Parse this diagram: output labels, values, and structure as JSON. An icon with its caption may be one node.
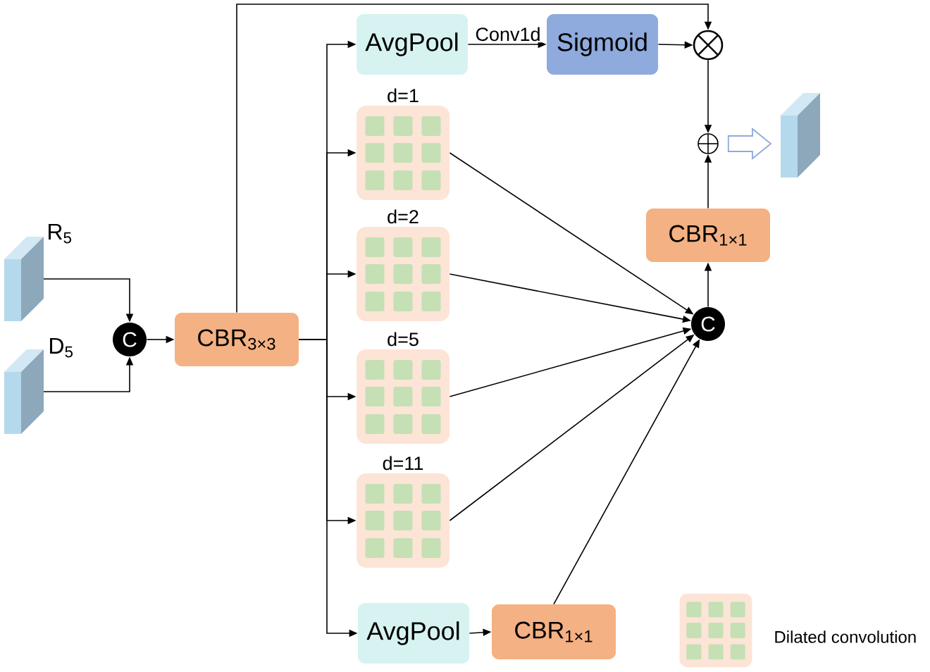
{
  "diagram": {
    "nodes": [
      {
        "text": [
          "R$_{5}$"
        ]
      },
      {
        "text": [
          "D$_{5}$"
        ]
      },
      {
        "text": [
          "C"
        ]
      },
      {
        "text": [
          "CBR$_{3×3}$"
        ]
      },
      {
        "text": [
          "AvgPool"
        ]
      },
      {
        "text": [
          "Sigmoid"
        ]
      },
      {
        "text": [],
        "shape": "circle"
      },
      {
        "text": [
          "d=1"
        ]
      },
      {
        "text": [
          "d=2"
        ]
      },
      {
        "text": [
          "d=5"
        ]
      },
      {
        "text": [
          "d=11"
        ]
      },
      {
        "text": [],
        "shape": "circle"
      },
      {
        "text": [],
        "shape": "box"
      },
      {
        "text": [
          "CBR$_{1×1}$"
        ]
      },
      {
        "text": [
          "C"
        ]
      },
      {
        "text": [
          "AvgPool"
        ]
      },
      {
        "text": [
          "CBR$_{1×1}$"
        ]
      }
    ],
    "edges": [
      {
        "from": 0,
        "to": 2,
        "arrow": "to"
      },
      {
        "from": 1,
        "to": 2,
        "arrow": "to"
      },
      {
        "from": 2,
        "to": 3,
        "arrow": "to"
      },
      {
        "from": 3,
        "to": 6,
        "arrow": "to"
      },
      {
        "from": 3,
        "to": 4,
        "arrow": "to"
      },
      {
        "from": 3,
        "to": 7,
        "arrow": "to"
      },
      {
        "from": 3,
        "to": 8,
        "arrow": "to"
      },
      {
        "from": 3,
        "to": 9,
        "arrow": "to"
      },
      {
        "from": 3,
        "to": 10,
        "arrow": "to"
      },
      {
        "from": 3,
        "to": 15,
        "arrow": "to"
      },
      {
        "from": 4,
        "to": 5,
        "arrow": "to",
        "label": "Conv1d"
      },
      {
        "from": 5,
        "to": 6,
        "arrow": "to"
      },
      {
        "from": 7,
        "to": 14,
        "arrow": "to"
      },
      {
        "from": 8,
        "to": 14,
        "arrow": "to"
      },
      {
        "from": 9,
        "to": 14,
        "arrow": "to"
      },
      {
        "from": 10,
        "to": 14,
        "arrow": "to"
      },
      {
        "from": 16,
        "to": 14,
        "arrow": "to"
      },
      {
        "from": 14,
        "to": 13,
        "arrow": "to"
      },
      {
        "from": 13,
        "to": 11,
        "arrow": "to"
      },
      {
        "from": 6,
        "to": 11,
        "arrow": "to"
      },
      {
        "from": 11,
        "to": 12,
        "arrow": "to",
        "color": "#8faadc"
      },
      {
        "from": 15,
        "to": 16,
        "arrow": "to"
      }
    ],
    "legend": [
      {
        "text": "Dilated convolution"
      }
    ]
  }
}
